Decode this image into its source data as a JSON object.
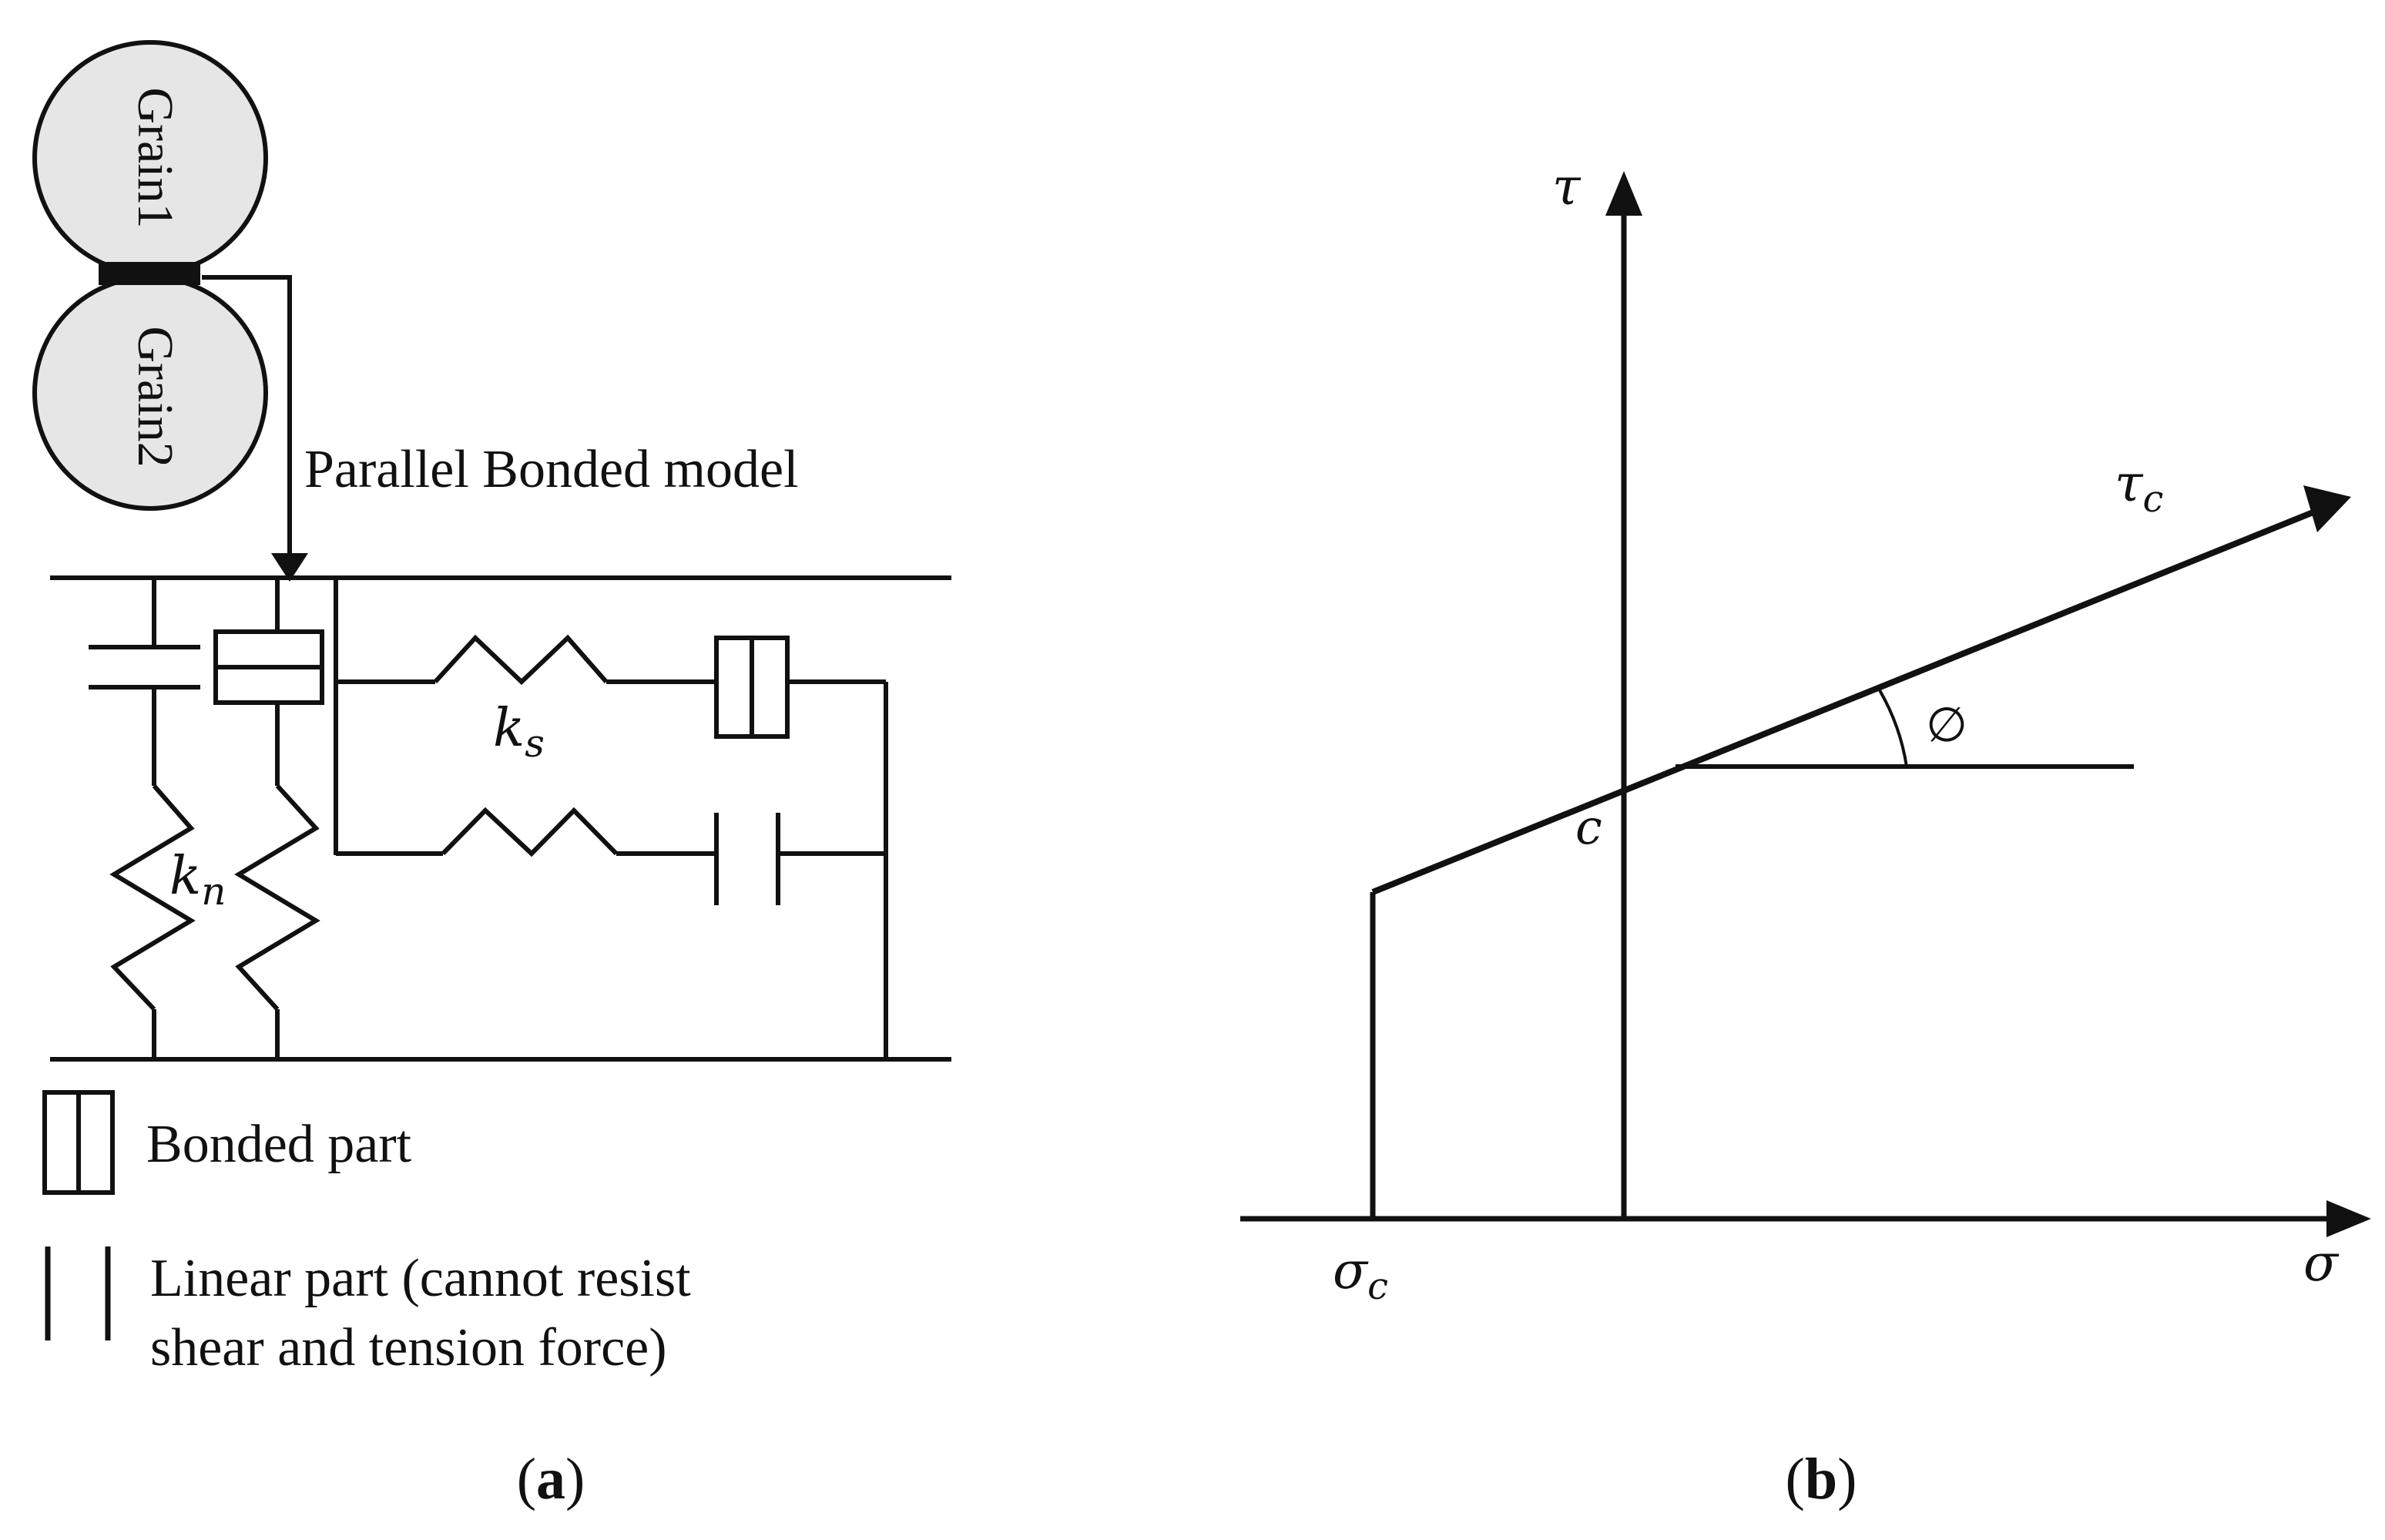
{
  "panel_a": {
    "grain1_label": "Grain1",
    "grain2_label": "Grain2",
    "model_label": "Parallel Bonded model",
    "ks_label": "k",
    "ks_sub": "s",
    "kn_label": "k",
    "kn_sub": "n",
    "legend_bonded": "Bonded part",
    "legend_linear_line1": "Linear part (cannot resist",
    "legend_linear_line2": "shear and tension force)",
    "caption_open": "(",
    "caption_letter": "a",
    "caption_close": ")"
  },
  "panel_b": {
    "tau_label": "τ",
    "tau_c_label": "τ",
    "tau_c_sub": "c",
    "phi_label": "∅",
    "c_label": "c",
    "sigma_label": "σ",
    "sigma_c_label": "σ",
    "sigma_c_sub": "c",
    "caption_open": "(",
    "caption_letter": "b",
    "caption_close": ")"
  },
  "colors": {
    "line": "#111111",
    "grain_fill": "#e6e6e6",
    "background": "#ffffff"
  }
}
